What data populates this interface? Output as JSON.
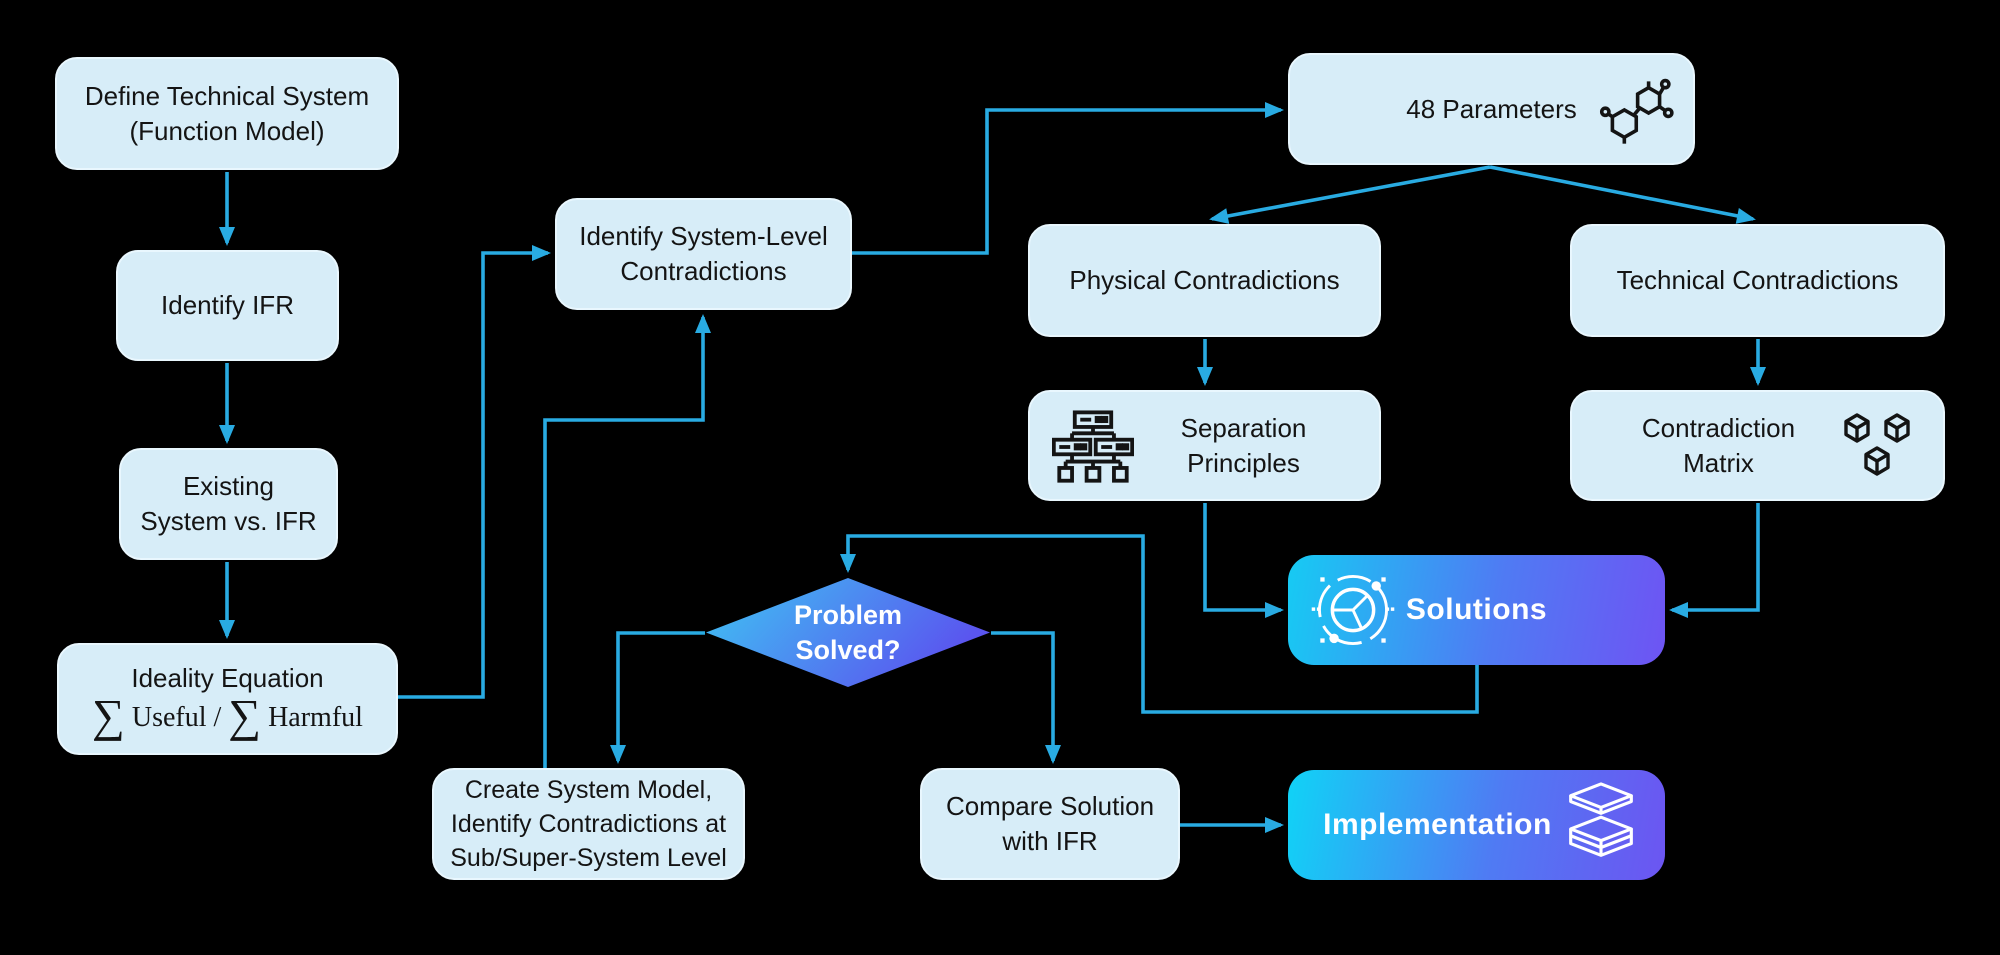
{
  "colors": {
    "background": "#000000",
    "connector": "#29ABE2",
    "node_fill": "#D7EDF8",
    "node_text": "#141414",
    "gradient_start": "#16CBF3",
    "gradient_end": "#6C55F2",
    "gradient_text": "#FFFFFF"
  },
  "nodes": {
    "define": {
      "lines": [
        "Define Technical System",
        "(Function Model)"
      ]
    },
    "identify_ifr": {
      "label": "Identify IFR"
    },
    "existing_vs_ifr": {
      "lines": [
        "Existing",
        "System vs. IFR"
      ]
    },
    "ideality": {
      "title": "Ideality Equation",
      "formula": {
        "sigma": "∑",
        "useful": "Useful /",
        "harmful": "Harmful"
      }
    },
    "identify_slc": {
      "lines": [
        "Identify System-Level",
        "Contradictions"
      ]
    },
    "params48": {
      "label": "48 Parameters",
      "icon": "molecule-icon"
    },
    "physical": {
      "label": "Physical Contradictions"
    },
    "technical": {
      "label": "Technical Contradictions"
    },
    "separation": {
      "lines": [
        "Separation",
        "Principles"
      ],
      "icon": "hierarchy-icon"
    },
    "matrix": {
      "lines": [
        "Contradiction",
        "Matrix"
      ],
      "icon": "cubes-icon"
    },
    "solutions": {
      "label": "Solutions",
      "icon": "orbit-pie-icon"
    },
    "problem_solved": {
      "lines": [
        "Problem",
        "Solved?"
      ]
    },
    "create_model": {
      "lines": [
        "Create System Model,",
        "Identify Contradictions at",
        "Sub/Super-System Level"
      ]
    },
    "compare": {
      "lines": [
        "Compare Solution",
        "with IFR"
      ]
    },
    "implementation": {
      "label": "Implementation",
      "icon": "stack-icon"
    }
  }
}
